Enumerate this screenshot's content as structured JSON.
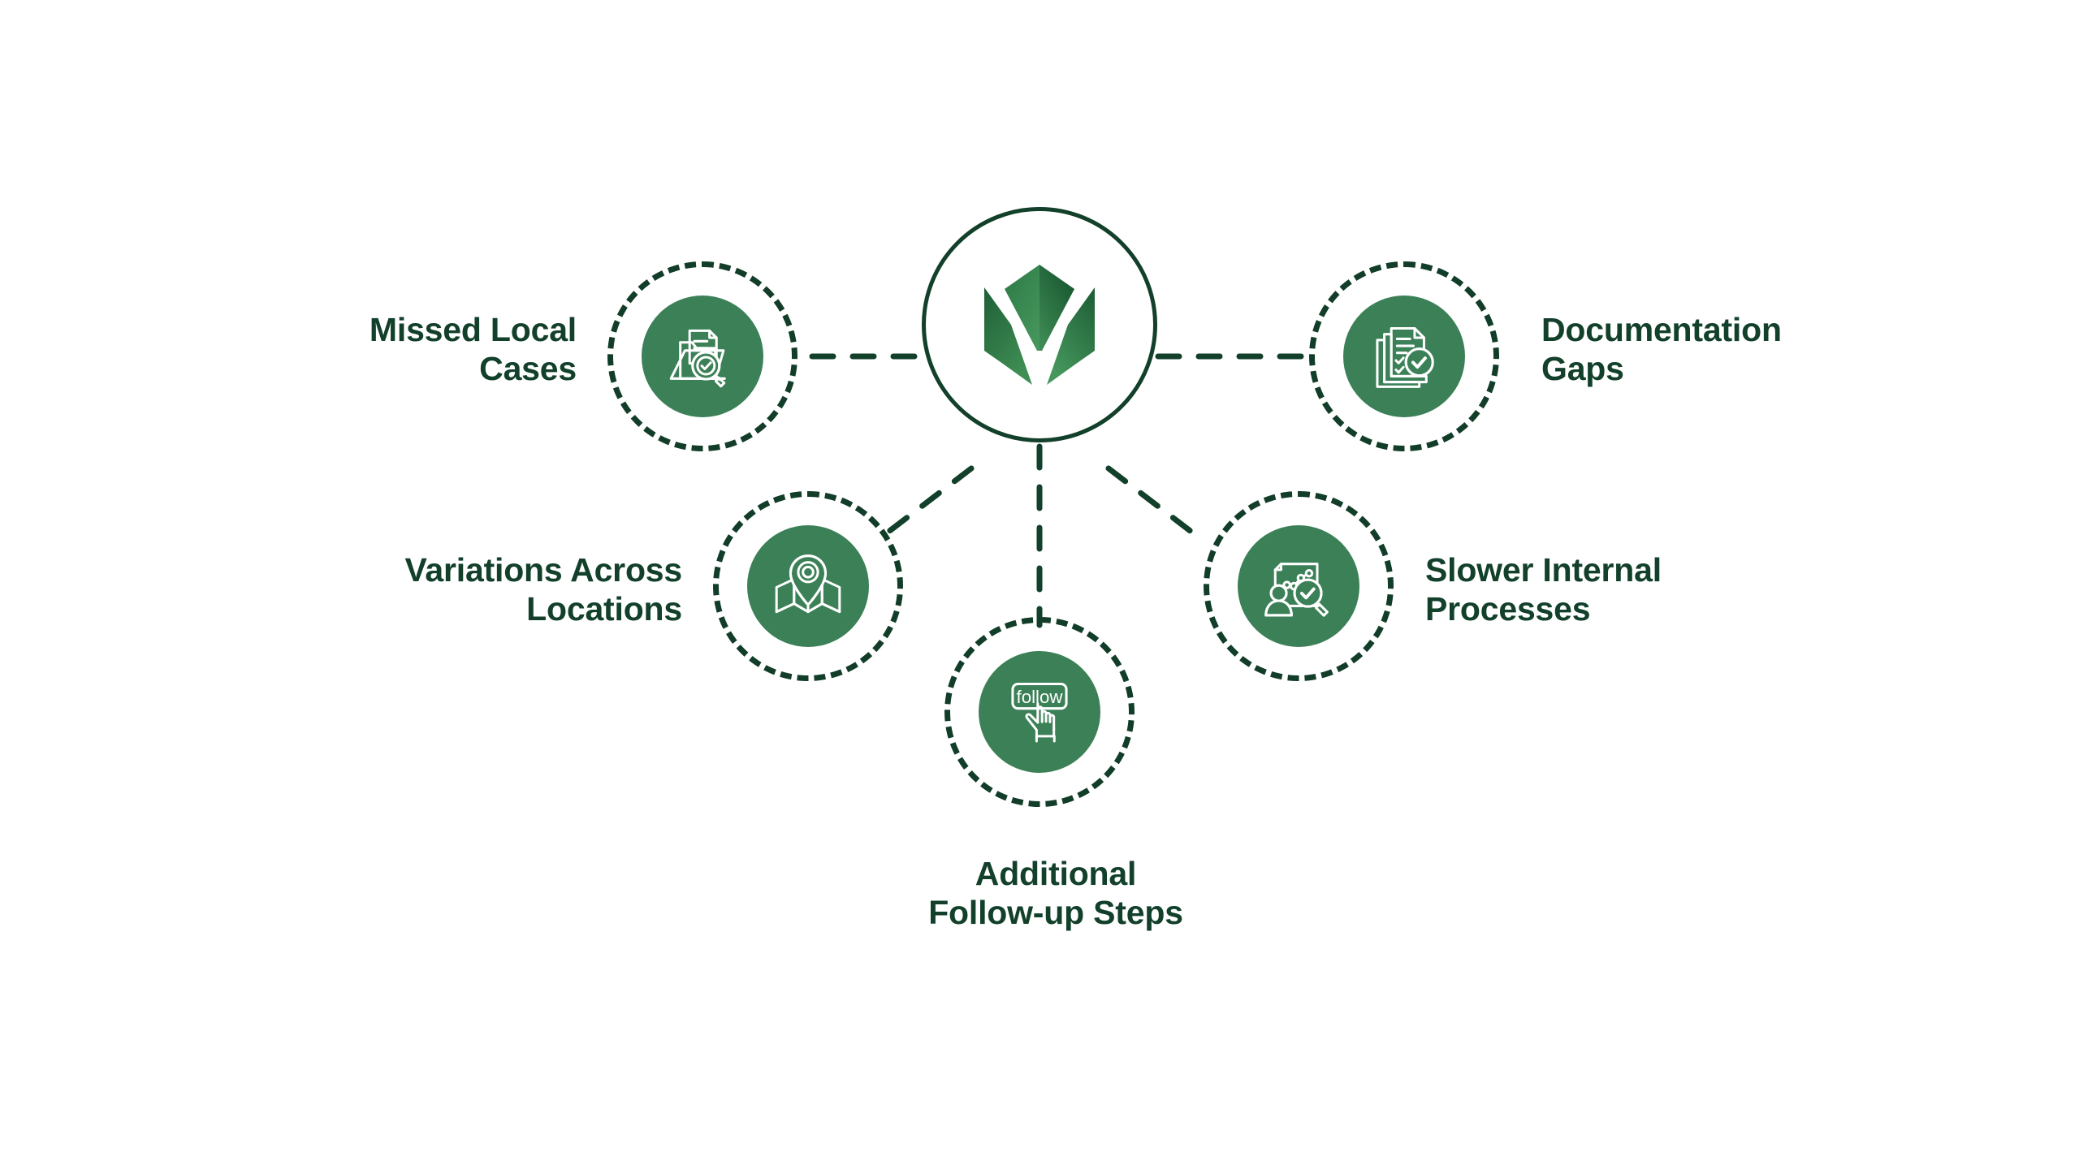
{
  "diagram": {
    "type": "hub-and-spoke",
    "title": "",
    "colors": {
      "node_fill": "#3b8057",
      "outline_dark": "#12402a",
      "dashed_ring": "#123d28",
      "icon_stroke": "#ffffff",
      "background": "#ffffff",
      "logo_green_light": "#4a9a62",
      "logo_green_dark": "#1c5c34"
    },
    "hub": {
      "icon": "v-shield-logo",
      "label": ""
    },
    "nodes": [
      {
        "id": "missed-local-cases",
        "label": "Missed Local\nCases",
        "icon": "folder-document-search-check-icon",
        "label_align": "right"
      },
      {
        "id": "documentation-gaps",
        "label": "Documentation\nGaps",
        "icon": "document-checklist-check-icon",
        "label_align": "left"
      },
      {
        "id": "variations-across-locations",
        "label": "Variations Across\nLocations",
        "icon": "map-location-pin-icon",
        "label_align": "right"
      },
      {
        "id": "slower-internal-processes",
        "label": "Slower Internal\nProcesses",
        "icon": "report-chart-person-search-icon",
        "label_align": "left"
      },
      {
        "id": "additional-follow-up-steps",
        "label": "Additional\nFollow-up Steps",
        "icon": "follow-button-hand-click-icon",
        "label_align": "center"
      }
    ],
    "icon_texts": {
      "follow_button": "follow"
    }
  }
}
